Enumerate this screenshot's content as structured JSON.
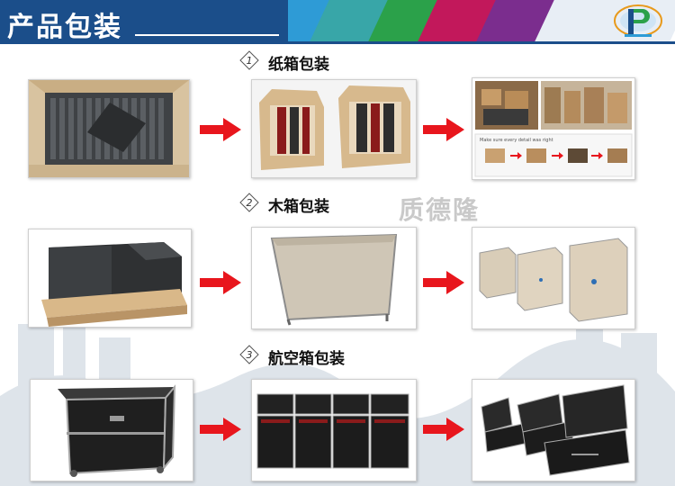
{
  "header": {
    "title": "产品包装",
    "colors": {
      "title_bg": "#1b4e8a",
      "stripe1": "#2e9bd6",
      "stripe2": "#2ba14a",
      "stripe3": "#c2185b",
      "stripe4": "#7b2d8e"
    },
    "logo_icon": "dp-logo-icon"
  },
  "watermark": "质德隆",
  "sections": [
    {
      "number": "1",
      "label": "纸箱包装",
      "photos": [
        "carton-open-with-modules",
        "cartons-with-racks",
        "warehouse-and-steps"
      ]
    },
    {
      "number": "2",
      "label": "木箱包装",
      "photos": [
        "wooden-base-with-panels",
        "wooden-crate",
        "three-wooden-crates"
      ]
    },
    {
      "number": "3",
      "label": "航空箱包装",
      "photos": [
        "flight-case-closed",
        "four-open-flight-cases",
        "open-flight-cases-angled"
      ]
    }
  ],
  "arrow_color": "#e8161d"
}
